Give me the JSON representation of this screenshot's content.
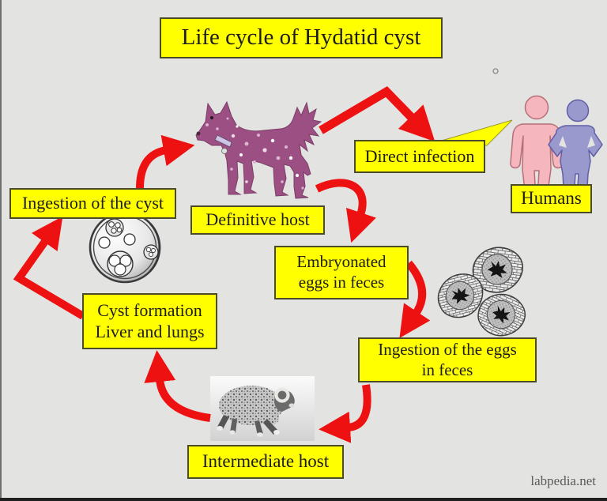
{
  "title": "Life cycle of Hydatid cyst",
  "watermark": "labpedia.net",
  "boxes": {
    "ingestion_cyst": "Ingestion of the cyst",
    "definitive_host": "Definitive host",
    "direct_infection": "Direct infection",
    "humans": "Humans",
    "embryonated_eggs": {
      "line1": "Embryonated",
      "line2": "eggs in feces"
    },
    "ingestion_eggs": {
      "line1": "Ingestion of the eggs",
      "line2": "in feces"
    },
    "cyst_formation": {
      "line1": "Cyst formation",
      "line2": "Liver and lungs"
    },
    "intermediate_host": "Intermediate host"
  },
  "illustrations": {
    "dog": "spotted dog (definitive host)",
    "sheep": "ram photo (intermediate host)",
    "humans": "pink and purple human figures",
    "cyst": "hydatid cyst with daughter cysts",
    "eggs": "three embryonated eggs"
  },
  "colors": {
    "background": "#e3e3e1",
    "label_bg": "#ffff00",
    "label_border": "#4b4b28",
    "arrow_red": "#ee1111",
    "dog_purple": "#9b4f82",
    "human_pink": "#f6b6bd",
    "human_purple": "#9a99ce",
    "text": "#1c1c1c"
  }
}
